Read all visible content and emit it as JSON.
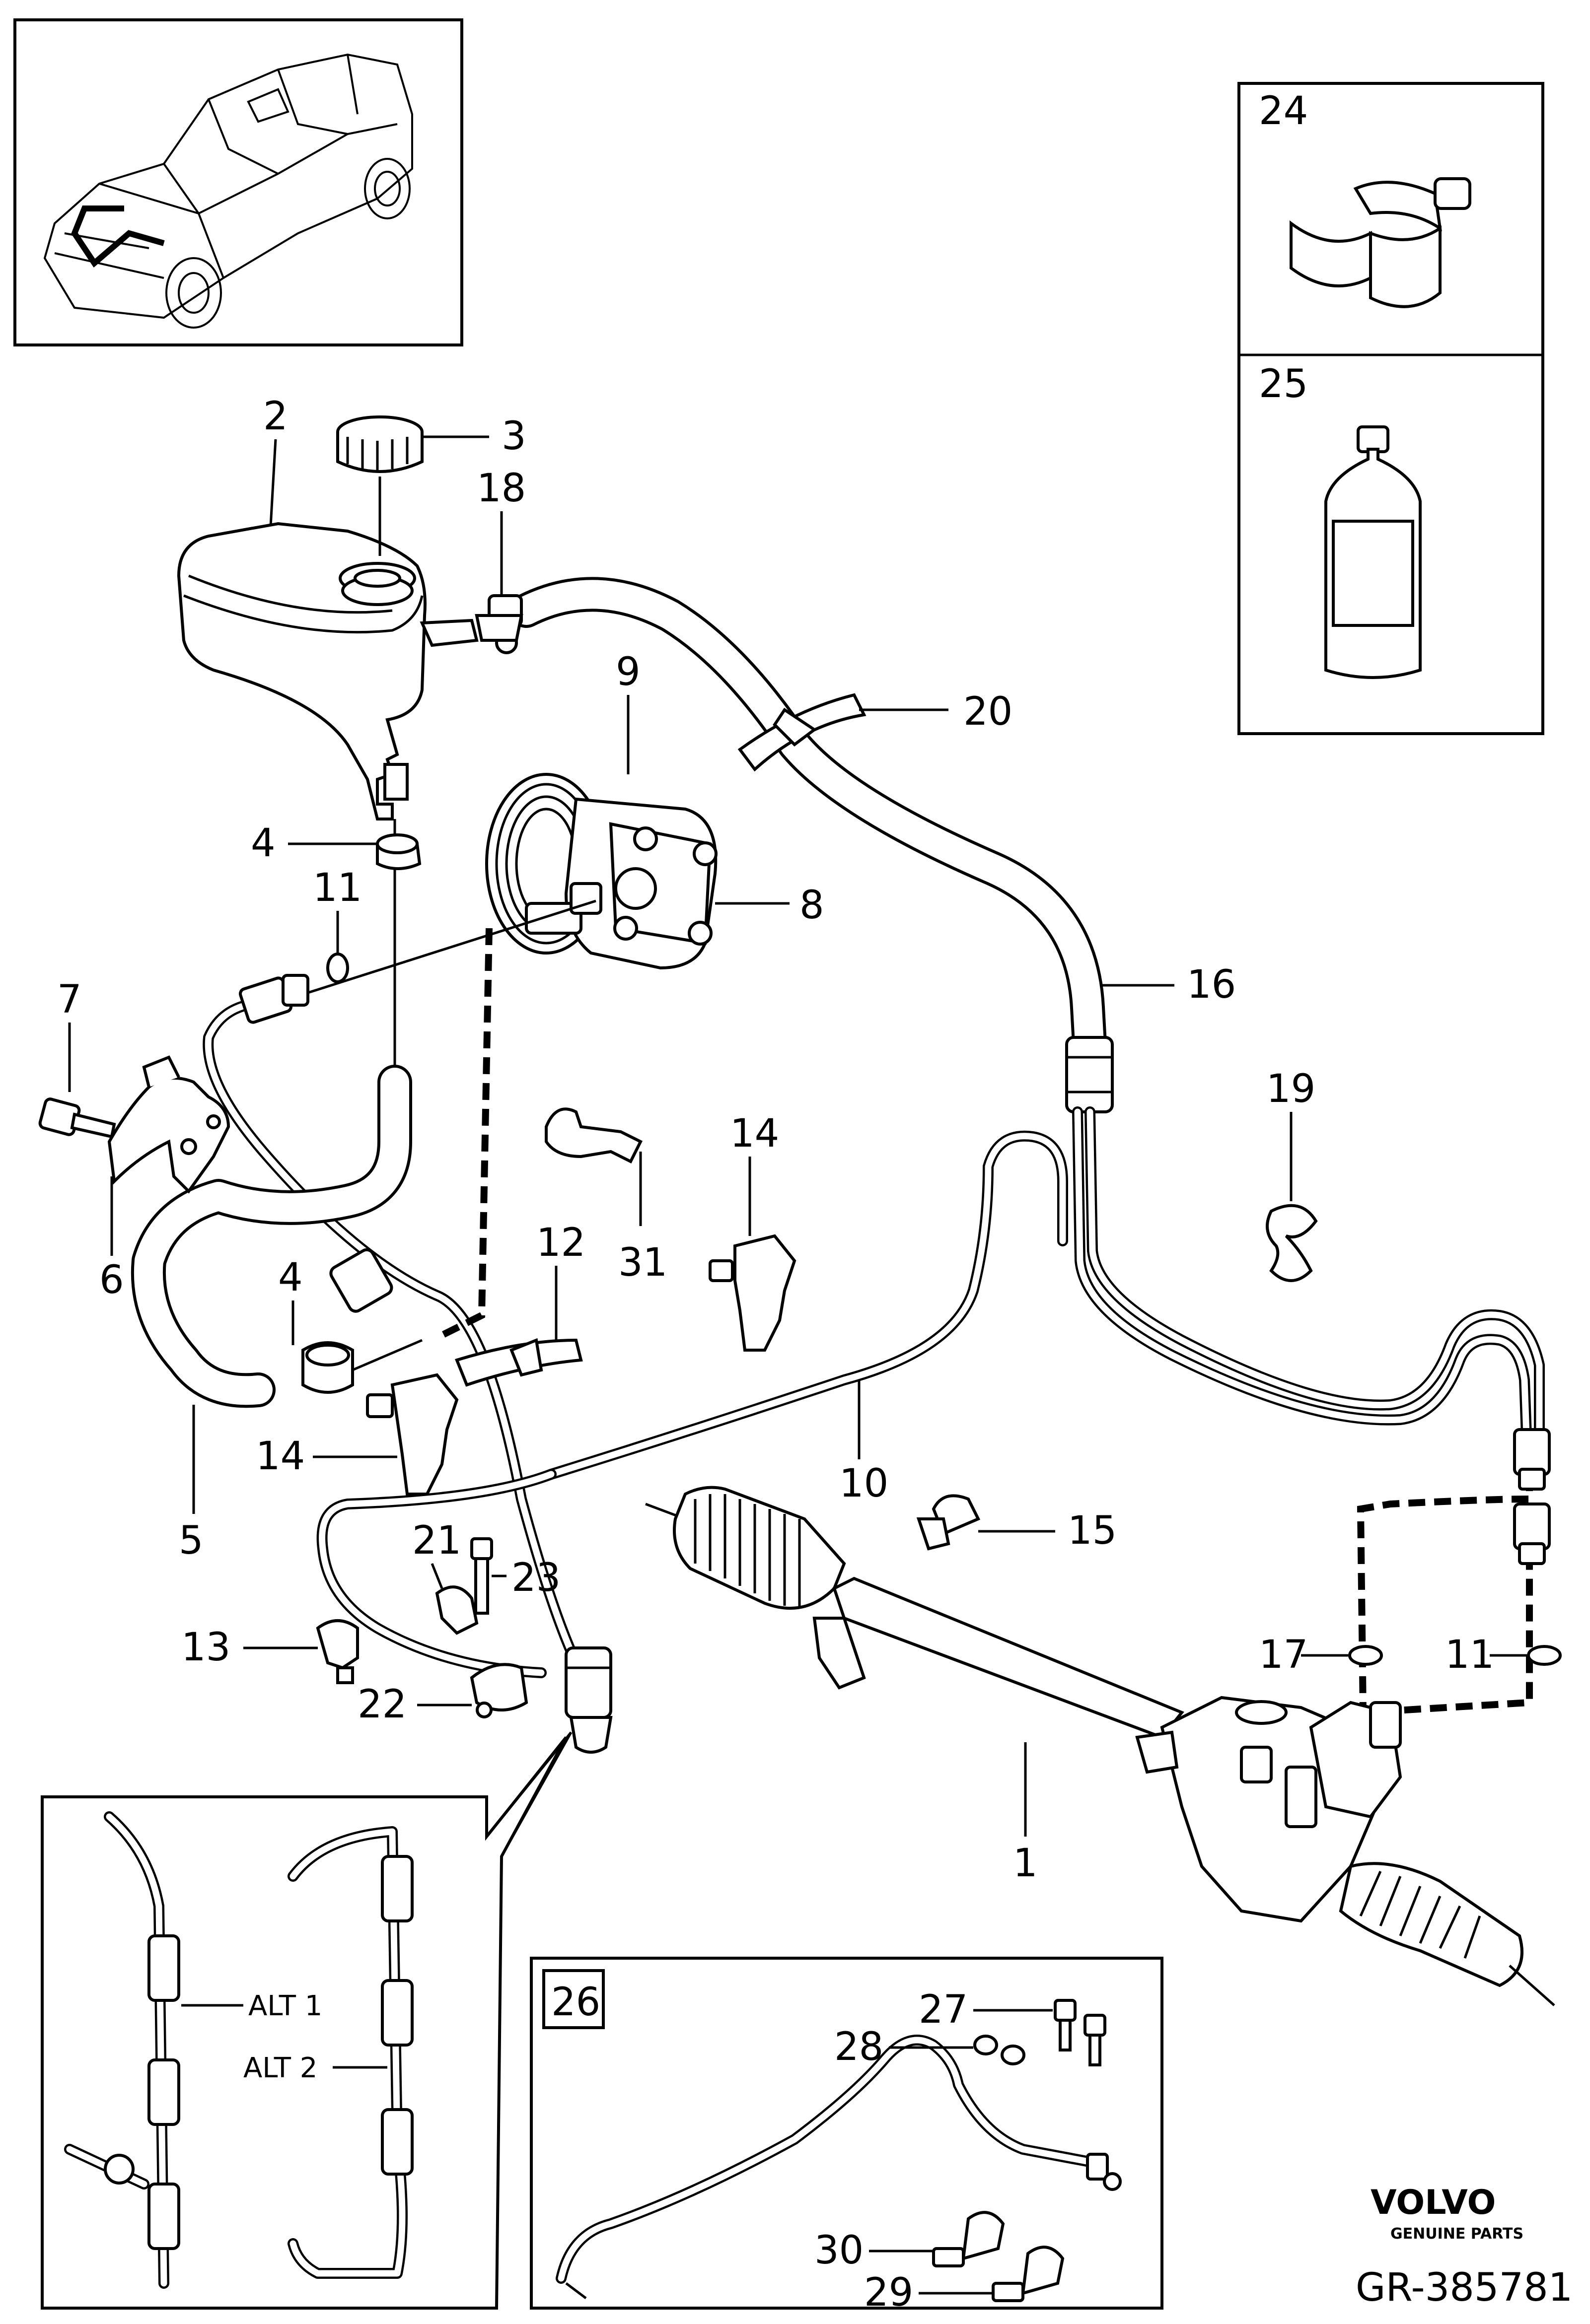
{
  "diagram": {
    "kind": "exploded-parts-diagram",
    "subject": "power steering system",
    "brand": {
      "name": "VOLVO",
      "tagline": "GENUINE PARTS"
    },
    "reference_code": "GR-385781",
    "callouts": {
      "c1": "1",
      "c2": "2",
      "c3": "3",
      "c4a": "4",
      "c4b": "4",
      "c5": "5",
      "c6": "6",
      "c7": "7",
      "c8": "8",
      "c9": "9",
      "c10": "10",
      "c11a": "11",
      "c11b": "11",
      "c12": "12",
      "c13": "13",
      "c14a": "14",
      "c14b": "14",
      "c15": "15",
      "c16": "16",
      "c17": "17",
      "c18": "18",
      "c19": "19",
      "c20": "20",
      "c21": "21",
      "c22": "22",
      "c23": "23",
      "c24": "24",
      "c25": "25",
      "c26": "26",
      "c27": "27",
      "c28": "28",
      "c29": "29",
      "c30": "30",
      "c31": "31"
    },
    "inset_alternatives": {
      "alt1": "ALT 1",
      "alt2": "ALT 2"
    },
    "colors": {
      "line": "#000000",
      "background": "#ffffff"
    }
  }
}
